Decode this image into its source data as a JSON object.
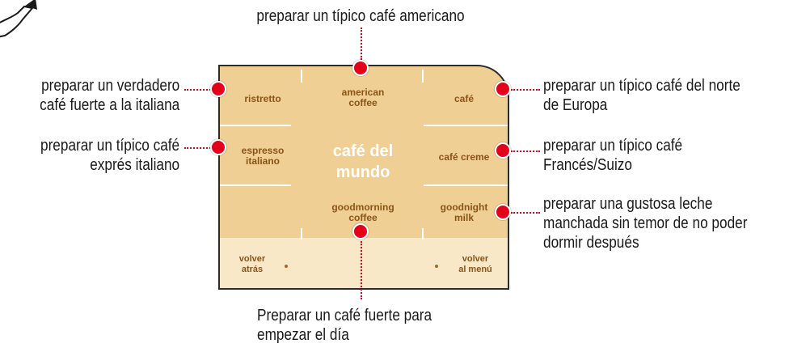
{
  "panel": {
    "center_title": "café del mundo",
    "keys": {
      "ristretto": "ristretto",
      "american_l1": "american",
      "american_l2": "coffee",
      "cafe": "café",
      "espresso_l1": "espresso",
      "espresso_l2": "italiano",
      "cafe_creme": "café creme",
      "goodmorning_l1": "goodmorning",
      "goodmorning_l2": "coffee",
      "goodnight_l1": "goodnight",
      "goodnight_l2": "milk"
    },
    "footer": {
      "back_l1": "volver",
      "back_l2": "atrás",
      "menu_l1": "volver",
      "menu_l2": "al menú"
    }
  },
  "callouts": {
    "top": "preparar un típico café americano",
    "left1_l1": "preparar un verdadero",
    "left1_l2": "café fuerte a la italiana",
    "left2_l1": "preparar un típico café",
    "left2_l2": "exprés italiano",
    "right1_l1": "preparar un típico café del norte",
    "right1_l2": "de Europa",
    "right2_l1": "preparar un típico café",
    "right2_l2": "Francés/Suizo",
    "right3_l1": "preparar una gustosa leche",
    "right3_l2": "manchada sin temor de no poder",
    "right3_l3": "dormir después",
    "bottom_l1": "Preparar un café fuerte para",
    "bottom_l2": "empezar el día"
  },
  "colors": {
    "pin": "#e3001b",
    "panel": "#f0cf94",
    "panel_footer": "#f8e8c8",
    "key_text": "#8a5418"
  }
}
